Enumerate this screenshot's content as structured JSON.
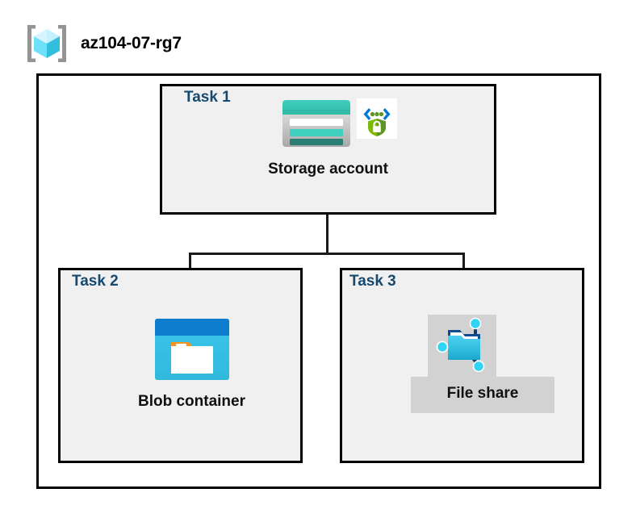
{
  "resource_group": {
    "name": "az104-07-rg7",
    "icon": "resource-group-cube-icon"
  },
  "diagram": {
    "type": "azure-architecture-diagram",
    "tasks": [
      {
        "id": "task1",
        "label": "Task 1",
        "node_caption": "Storage account",
        "icons": [
          "storage-account-icon",
          "secure-data-shield-icon"
        ],
        "selected": false
      },
      {
        "id": "task2",
        "label": "Task 2",
        "node_caption": "Blob container",
        "icons": [
          "blob-container-icon"
        ],
        "selected": false
      },
      {
        "id": "task3",
        "label": "Task 3",
        "node_caption": "File share",
        "icons": [
          "file-share-icon"
        ],
        "selected": true
      }
    ]
  },
  "colors": {
    "task_label": "#17496f",
    "caption": "#101010",
    "task_box_fill": "#f0f0f0",
    "frame_stroke": "#000000",
    "selection_highlight": "#d2d2d2",
    "cube_cyan": "#50e6ff",
    "cube_light": "#c3f1ff",
    "bracket_gray": "#949494",
    "storage_teal": "#37c2b1",
    "storage_teal_dark": "#2a7e73",
    "storage_gray": "#b3b3b3",
    "shield_green": "#5e9624",
    "shield_green_light": "#7fba00",
    "chevron_blue": "#0078d4",
    "blob_blue_dark": "#0078d4",
    "blob_cyan": "#32bedd",
    "blob_orange": "#f7941e",
    "fileshare_blue": "#32bedd",
    "fileshare_navy": "#0f4b8f",
    "fileshare_node": "#32d4f5"
  }
}
